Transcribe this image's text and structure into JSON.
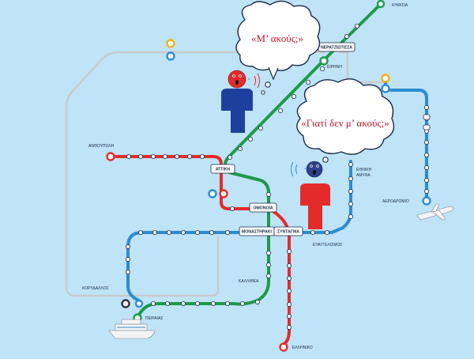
{
  "colors": {
    "background": "#bfe3f7",
    "green_line": "#1e9a49",
    "red_line": "#e42b2b",
    "blue_line": "#2d8bd1",
    "gray_line": "#c9c9c9",
    "orange_ring": "#f2b21b",
    "person_blue": "#1f3f9c",
    "person_red": "#e42b2b",
    "bubble_text": "#c0182a"
  },
  "speech": {
    "top": "«Μ’ ακούς;»",
    "middle": "«Γιατί δεν μ’ ακούς;»"
  },
  "stations": {
    "kifisia": "ΚΗΦΙΣΙΑ",
    "neratziotissa": "ΝΕΡΑΤΖΙΩΤΙΣΣΑ",
    "eirini": "ΕΙΡΗΝΗ",
    "anthoupoli": "ΑΝΘΟΥΠΟΛΗ",
    "attiki": "ΑΤΤΙΚΗ",
    "omonoia": "ΟΜΟΝΟΙΑ",
    "monastiraki": "ΜΟΝΑΣΤΗΡΑΚΙ",
    "syntagma": "ΣΥΝΤΑΓΜΑ",
    "evangelismos": "ΕΥΑΓΓΕΛΙΣΜΟΣ",
    "ethniki_amyna_1": "ΕΘΝΙΚΗ",
    "ethniki_amyna_2": "ΑΜΥΝΑ",
    "aerodromio": "ΑΕΡΟΔΡΟΜΙΟ",
    "korydallos": "ΚΟΡΥΔΑΛΛΟΣ",
    "peiraias": "ΠΕΙΡΑΙΑΣ",
    "kallithea": "ΚΑΛΛΙΘΕΑ",
    "elliniko": "ΕΛΛΗΝΙΚΟ"
  },
  "icons": [
    "speaker-person-blue-icon",
    "speaker-person-red-icon",
    "sound-waves-icon",
    "airplane-icon",
    "ship-icon",
    "speech-bubble-icon"
  ]
}
